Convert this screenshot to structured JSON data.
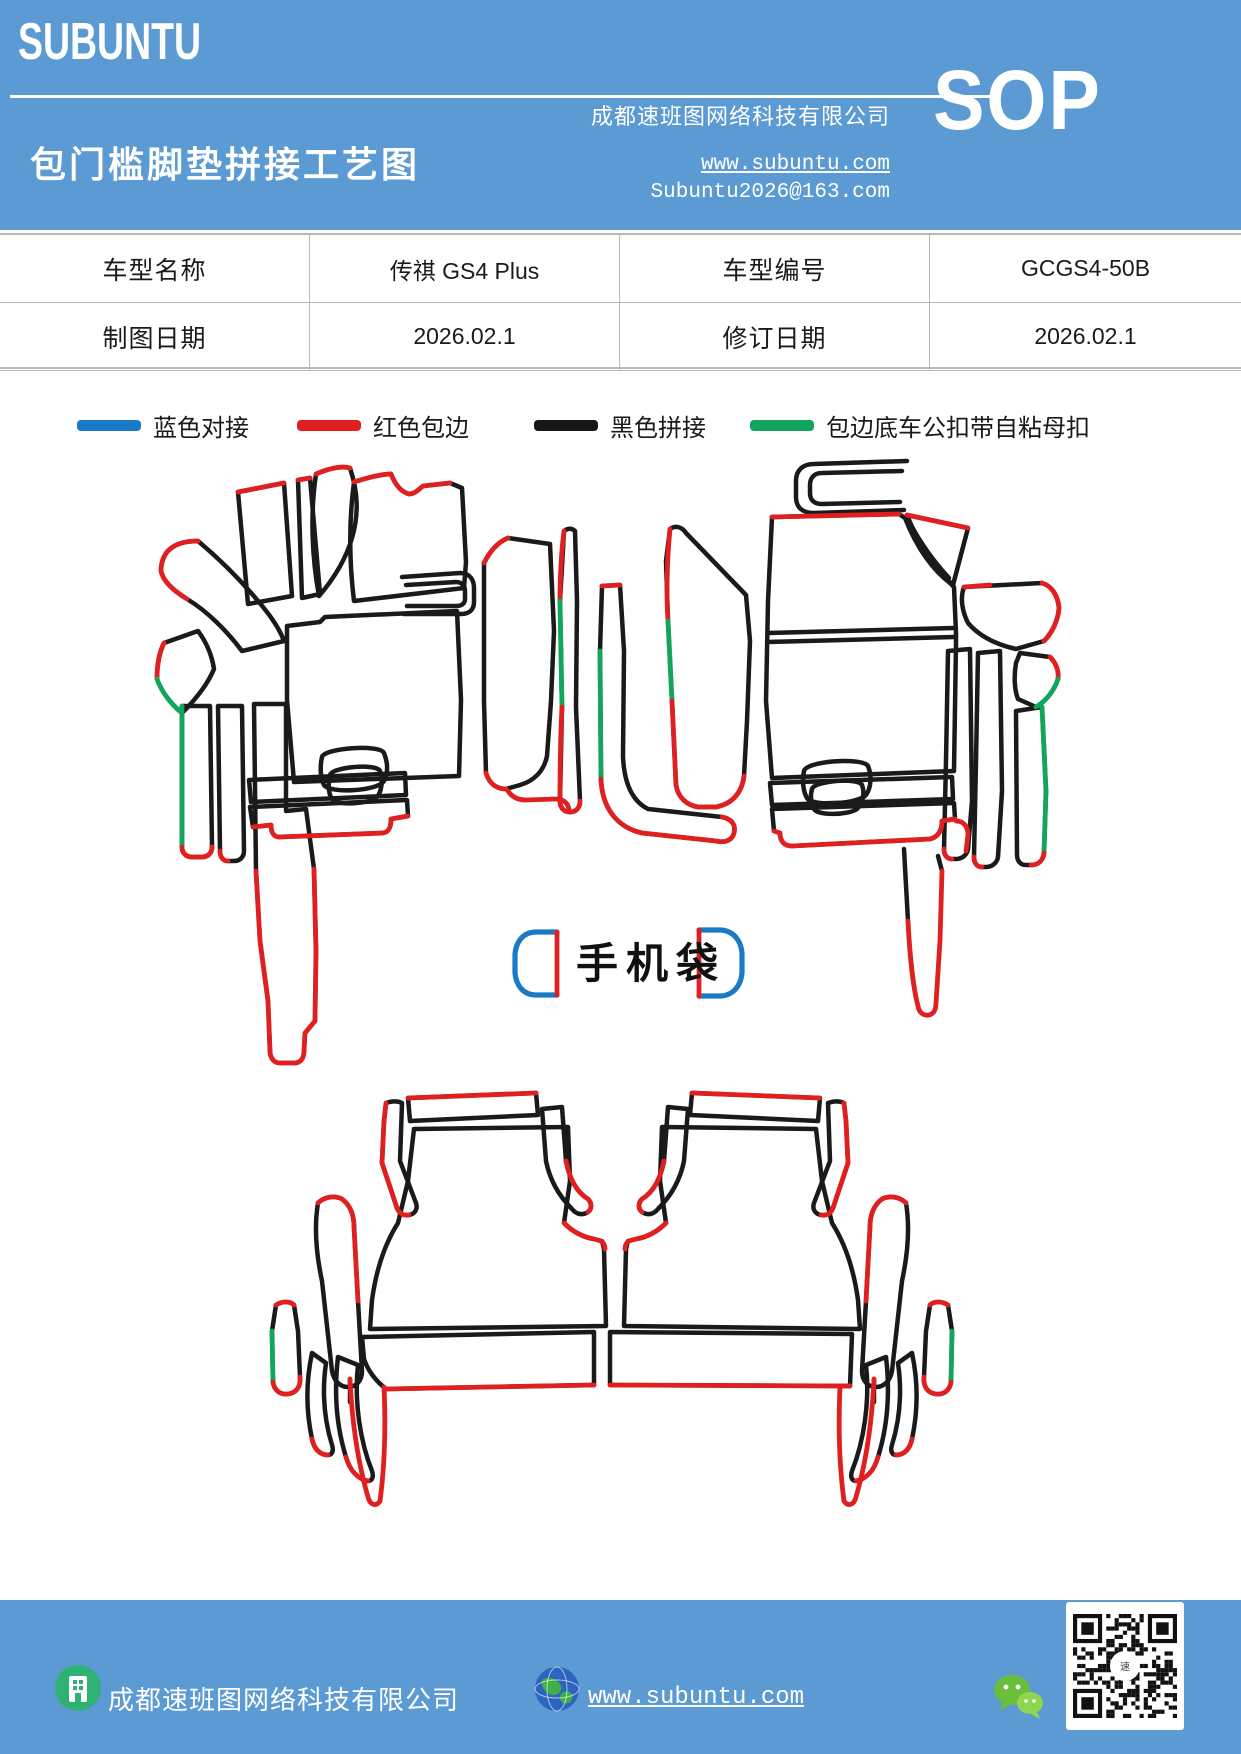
{
  "theme": {
    "header_blue": "#5b9ad3",
    "line_blue": "#1b7ac5",
    "line_red": "#e02020",
    "line_black": "#161616",
    "line_green": "#12a65c"
  },
  "header": {
    "logo": "SUBUNTU",
    "company": "成都速班图网络科技有限公司",
    "doc_title": "包门槛脚垫拼接工艺图",
    "badge": "SOP",
    "website": "www.subuntu.com",
    "email": "Subuntu2026@163.com"
  },
  "info_table": {
    "rows": [
      [
        "车型名称",
        "传祺 GS4 Plus",
        "车型编号",
        "GCGS4-50B"
      ],
      [
        "制图日期",
        "2026.02.1",
        "修订日期",
        "2026.02.1"
      ]
    ]
  },
  "legend": {
    "items": [
      {
        "label": "蓝色对接",
        "color": "#1b7ac5"
      },
      {
        "label": "红色包边",
        "color": "#e02020"
      },
      {
        "label": "黑色拼接",
        "color": "#161616"
      },
      {
        "label": "包边底车公扣带自粘母扣",
        "color": "#12a65c"
      }
    ]
  },
  "diagram": {
    "phone_bag_label": "手机袋"
  },
  "footer": {
    "company": "成都速班图网络科技有限公司",
    "website": "www.subuntu.com"
  }
}
